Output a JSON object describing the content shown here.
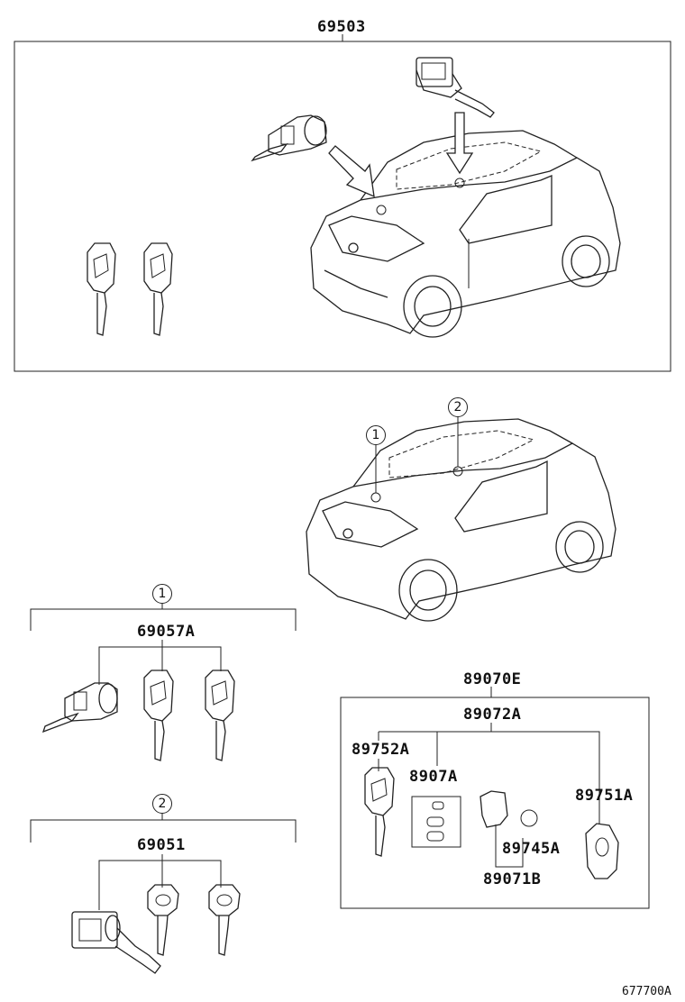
{
  "parts": {
    "set_top": "69503",
    "cyl_set_1": "69057A",
    "cyl_set_2": "69051",
    "transmitter_assy": "89070E",
    "transmitter_sub": "89072A",
    "key_blank": "89752A",
    "battery": "8907A",
    "case_part": "89745A",
    "housing": "89071B",
    "transmitter_case": "89751A"
  },
  "callouts": {
    "one": "1",
    "two": "2"
  },
  "figure_code": "677700A",
  "icons": [
    "car-icon",
    "door-lock-cylinder-icon",
    "ignition-cylinder-icon",
    "key-icon",
    "transmitter-icon",
    "battery-icon"
  ]
}
